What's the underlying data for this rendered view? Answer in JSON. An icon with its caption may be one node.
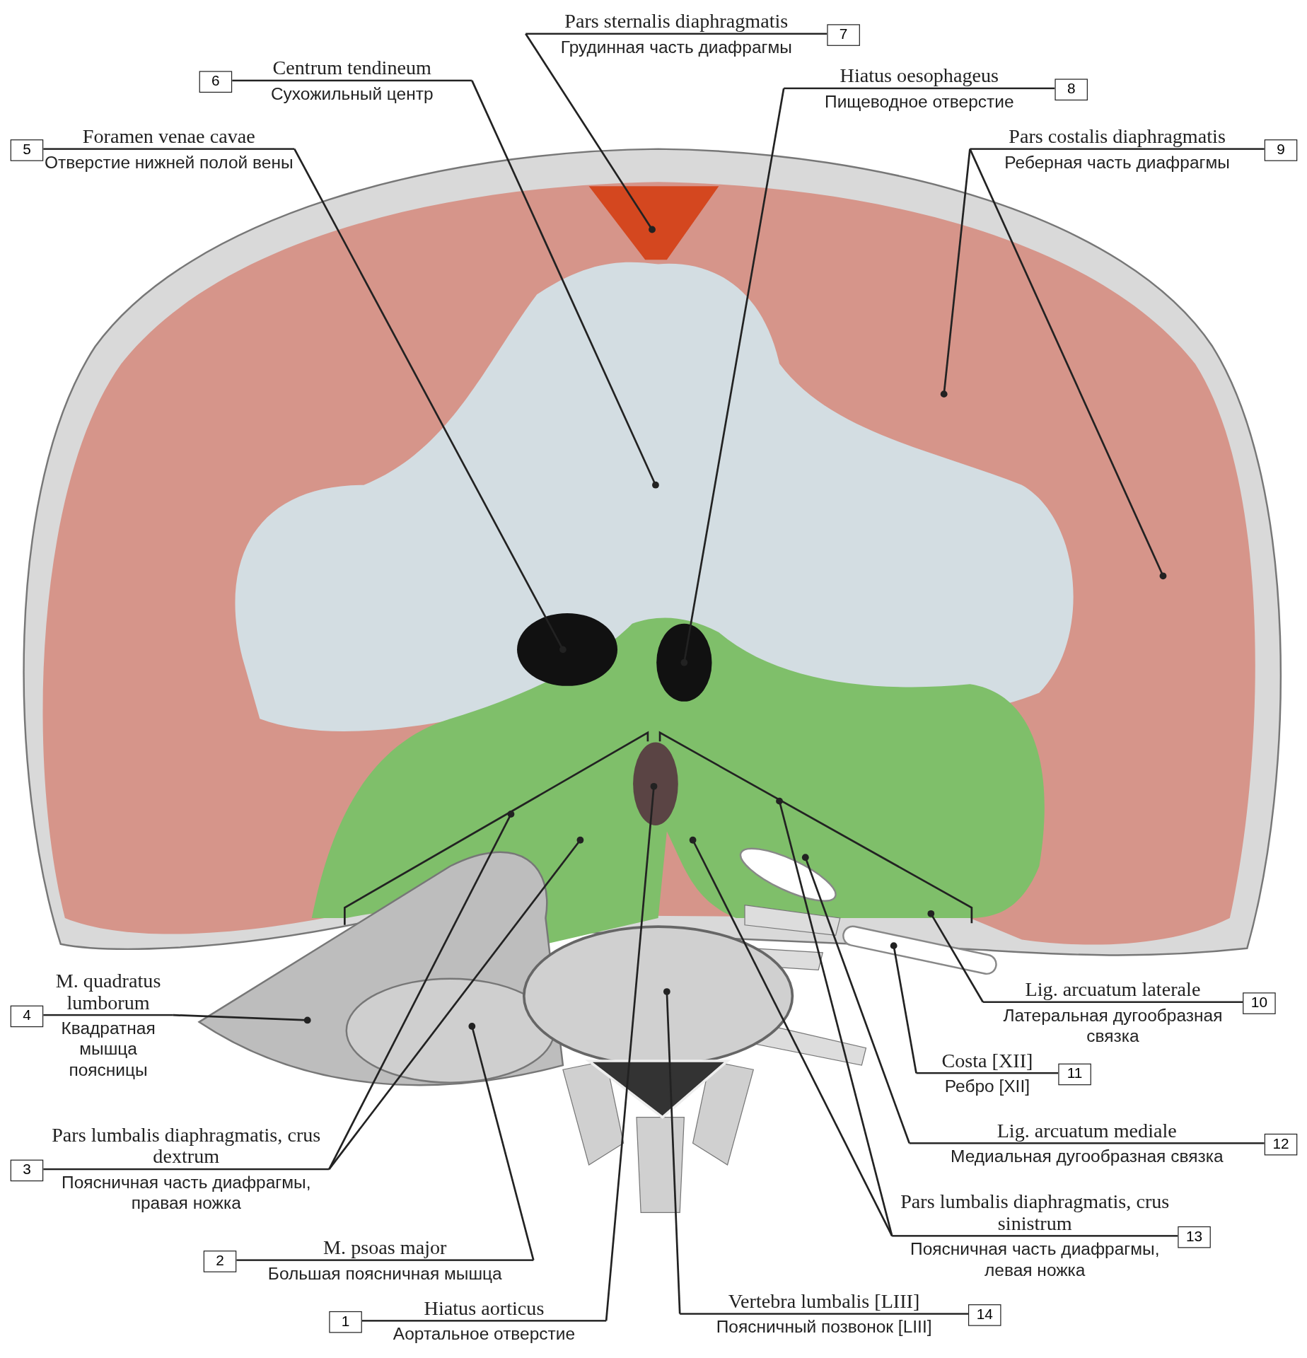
{
  "diagram": {
    "nodes": [
      {
        "text": [
          "Pars sternalis diaphragmatis",
          "Грудинная часть диафрагмы"
        ],
        "beside": [
          "7"
        ]
      },
      {
        "text": [
          "Centrum tendineum",
          "Сухожильный центр"
        ],
        "beside": [
          "6"
        ]
      },
      {
        "text": [
          "Hiatus oesophageus",
          "Пищеводное отверстие"
        ],
        "beside": [
          "8"
        ]
      },
      {
        "text": [
          "Foramen venae cavae",
          "Отверстие нижней полой вены"
        ],
        "beside": [
          "5"
        ]
      },
      {
        "text": [
          "Pars costalis diaphragmatis",
          "Реберная часть диафрагмы"
        ],
        "beside": [
          "9"
        ]
      },
      {
        "text": [
          "M. quadratus lumborum",
          "Квадратная мышца поясницы"
        ],
        "beside": [
          "4"
        ]
      },
      {
        "text": [
          "Lig. arcuatum laterale",
          "Латеральная дугообразная связка"
        ],
        "beside": [
          "10"
        ]
      },
      {
        "text": [
          "Costa [XII]",
          "Ребро [XII]"
        ],
        "beside": [
          "11"
        ]
      },
      {
        "text": [
          "Lig. arcuatum mediale",
          "Медиальная дугообразная связка"
        ],
        "beside": [
          "12"
        ]
      },
      {
        "text": [
          "Pars lumbalis diaphragmatis, crus dextrum",
          "Поясничная часть диафрагмы, правая ножка"
        ],
        "beside": [
          "3"
        ]
      },
      {
        "text": [
          "Pars lumbalis diaphragmatis, crus sinistrum",
          "Поясничная часть диафрагмы, левая ножка"
        ],
        "beside": [
          "13"
        ]
      },
      {
        "text": [
          "M. psoas major",
          "Большая поясничная мышца"
        ],
        "beside": [
          "2"
        ]
      },
      {
        "text": [
          "Vertebra lumbalis [LIII]",
          "Поясничный позвонок [LIII]"
        ],
        "beside": [
          "14"
        ]
      },
      {
        "text": [
          "Hiatus aorticus",
          "Аортальное отверстие"
        ],
        "beside": [
          "1"
        ]
      }
    ],
    "edges": [
      {
        "from": 0,
        "to": null,
        "arrow": "other"
      },
      {
        "from": 1,
        "to": null,
        "arrow": "other"
      },
      {
        "from": 2,
        "to": null,
        "arrow": "other"
      },
      {
        "from": 3,
        "to": null,
        "arrow": "other"
      },
      {
        "from": 4,
        "to": null,
        "arrow": "other"
      },
      {
        "from": 4,
        "to": null,
        "arrow": "other"
      },
      {
        "from": 5,
        "to": null,
        "arrow": "other"
      },
      {
        "from": 6,
        "to": null,
        "arrow": "other"
      },
      {
        "from": 7,
        "to": null,
        "arrow": "other"
      },
      {
        "from": 8,
        "to": null,
        "arrow": "other"
      },
      {
        "from": 9,
        "to": null,
        "arrow": "other"
      },
      {
        "from": 9,
        "to": null,
        "arrow": "other"
      },
      {
        "from": 10,
        "to": null,
        "arrow": "other"
      },
      {
        "from": 10,
        "to": null,
        "arrow": "other"
      },
      {
        "from": 11,
        "to": null,
        "arrow": "other"
      },
      {
        "from": 12,
        "to": null,
        "arrow": "other"
      },
      {
        "from": 13,
        "to": null,
        "arrow": "other"
      }
    ]
  }
}
